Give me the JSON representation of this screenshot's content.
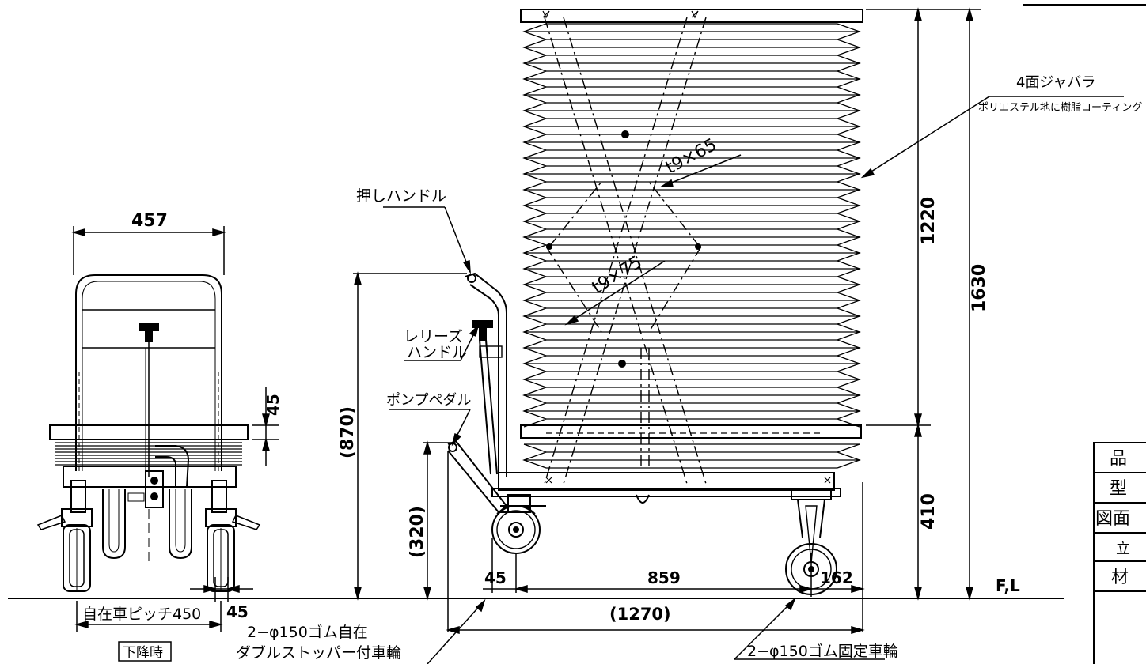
{
  "labels": {
    "bellows_title": "4面ジャバラ",
    "bellows_material": "ポリエステル地に樹脂コーティング",
    "push_handle": "押しハンドル",
    "release_handle_line1": "レリーズ",
    "release_handle_line2": "ハンドル",
    "pump_pedal": "ポンプペダル",
    "caster_pitch": "自在車ピッチ450",
    "lowered_state": "下降時",
    "swivel_wheels_line1": "2−φ150ゴム自在",
    "swivel_wheels_line2": "ダブルストッパー付車輪",
    "fixed_wheels": "2−φ150ゴム固定車輪",
    "floor_line": "F,L",
    "upper_scissor_arm": "t9×65",
    "lower_scissor_arm": "t9×75"
  },
  "dimensions": {
    "front_width": "457",
    "front_step": "45",
    "front_foot": "45",
    "handle_height": "(870)",
    "pedal_height": "(320)",
    "bellows_height": "1220",
    "total_height": "1630",
    "lowered_height": "410",
    "front_offset": "45",
    "wheelbase": "859",
    "rear_offset": "162",
    "overall_length": "(1270)"
  },
  "title_block": {
    "rows": [
      "品",
      "型",
      "図面",
      "立",
      "材"
    ]
  }
}
